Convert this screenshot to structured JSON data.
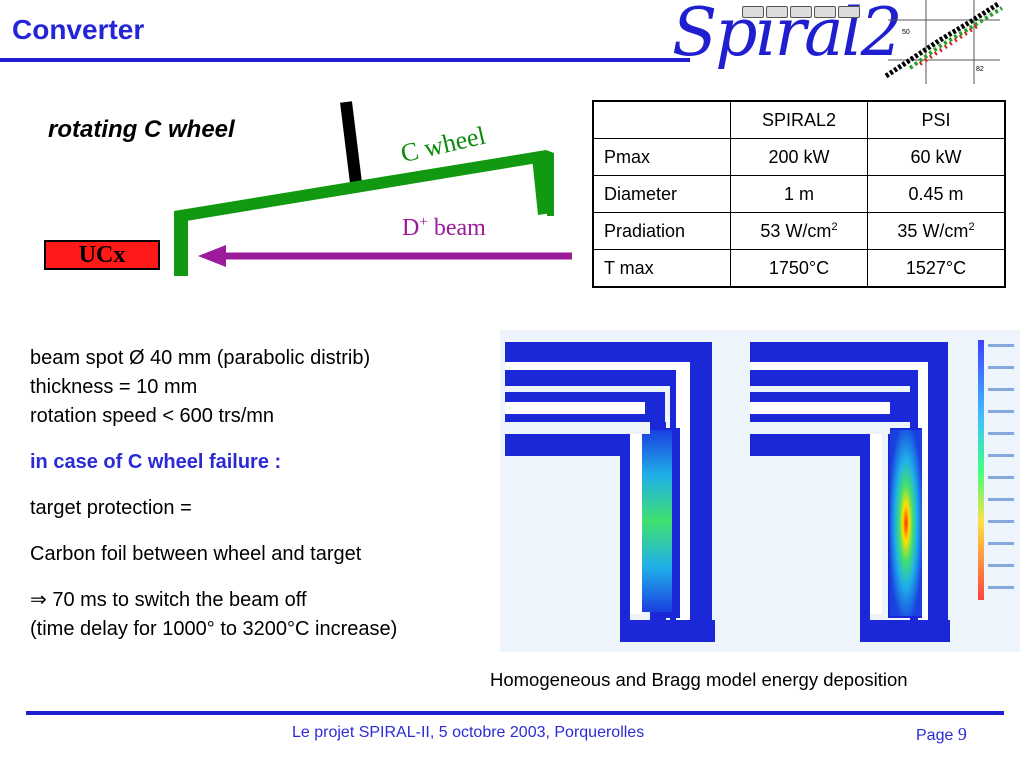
{
  "header": {
    "title": "Converter",
    "logo": {
      "text": "Spiral2",
      "badge_count": 5,
      "graph_labels": [
        "50",
        "82"
      ]
    }
  },
  "diagram": {
    "rotating_label": "rotating C wheel",
    "c_wheel_label": "C wheel",
    "beam_label_main": "D",
    "beam_label_sup": "+",
    "beam_label_tail": " beam",
    "target_label": "UCx",
    "colors": {
      "wheel": "#119911",
      "beam": "#9b1b9b",
      "target": "#ff1a1a",
      "axle": "#000000"
    }
  },
  "table": {
    "headers": [
      "",
      "SPIRAL2",
      "PSI"
    ],
    "rows": [
      {
        "label": "Pmax",
        "spiral2": "200 kW",
        "psi": "60 kW"
      },
      {
        "label": "Diameter",
        "spiral2": "1 m",
        "psi": "0.45 m"
      },
      {
        "label": "Pradiation",
        "spiral2": "53 W/cm",
        "spiral2_sup": "2",
        "psi": "35 W/cm",
        "psi_sup": "2"
      },
      {
        "label": "T max",
        "spiral2": "1750°C",
        "psi": "1527°C"
      }
    ]
  },
  "text": {
    "line1": "beam spot Ø 40 mm (parabolic distrib)",
    "line2": "thickness = 10 mm",
    "line3": "rotation speed < 600 trs/mn",
    "failure_heading": "in case of C wheel failure :",
    "protection": "target protection =",
    "carbon_foil": "Carbon foil between wheel and target",
    "arrow": "⇒",
    "switch_off": " 70 ms to switch the beam off",
    "time_delay": "(time delay for 1000° to 3200°C increase)"
  },
  "simulation": {
    "caption": "Homogeneous and Bragg model energy deposition",
    "colors": {
      "profile": "#1a28d8",
      "gap": "#ffffff",
      "background": "#eef4fb",
      "hot": "#ff2a00",
      "warm": "#ffe000"
    }
  },
  "footer": {
    "text": "Le projet SPIRAL-II, 5 octobre 2003, Porquerolles",
    "page_label": "Page ",
    "page_number": "9"
  }
}
